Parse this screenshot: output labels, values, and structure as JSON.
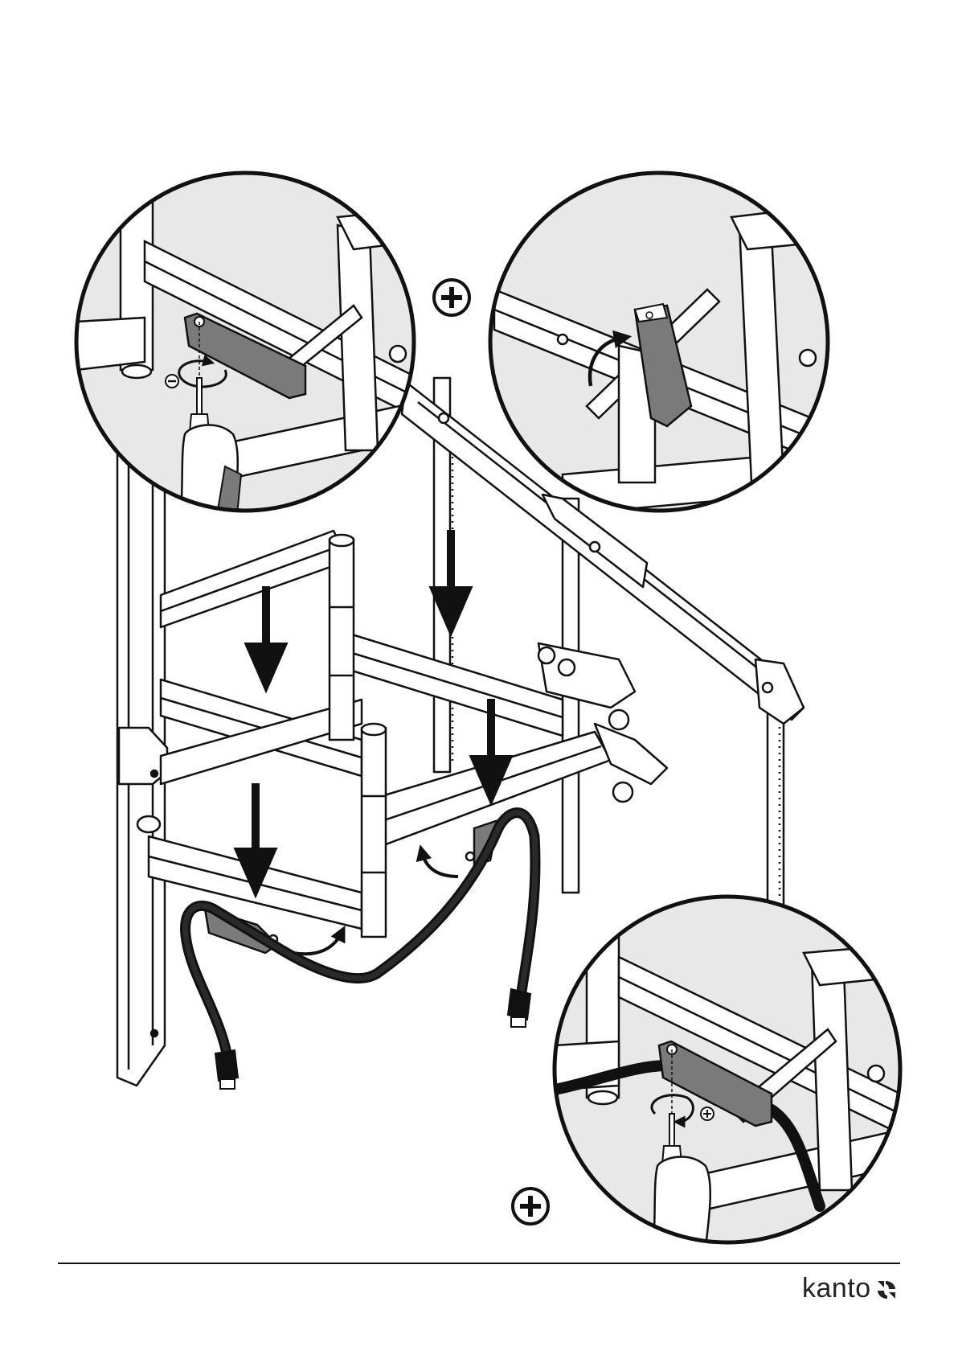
{
  "page": {
    "kind": "assembly-instruction-diagram",
    "brand": {
      "name": "kanto",
      "color": "#1a1a1a"
    },
    "colors": {
      "ink": "#111111",
      "detail_fill": "#e8e8e8",
      "part_fill": "#7a7a7a",
      "paper": "#ffffff"
    },
    "icons": [
      "phillips-screw-symbol",
      "flathead-screw-symbol",
      "screwdriver-icon",
      "hdmi-cable-plug"
    ]
  }
}
